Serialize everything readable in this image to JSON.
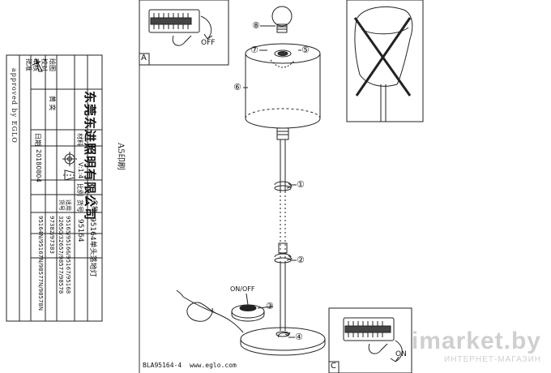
{
  "title_block": {
    "company": "东莞东进照明有限公司",
    "approved_by": "approved by EGLO",
    "labels": {
      "designed": "绘图",
      "checked": "校对",
      "audited": "审核",
      "approved": "批准",
      "material": "材料",
      "date": "日期",
      "drawing": "图号",
      "scale": "比例",
      "product_name": "名称",
      "product_no": "货号",
      "applicable_no": "适用\n货号"
    },
    "designer": "黄 奕",
    "date": "20180804",
    "scale": "V:1:4",
    "product_name": "95164单头落地灯",
    "product_no": "95164",
    "applicable_no_1": "95165/95166/95167/95168",
    "applicable_no_2": "32650/32657/98577/98578",
    "applicable_no_3": "97382/97383",
    "applicable_no_4": "95164N/95167N/98577N/98578N"
  },
  "side_label": "A5印刷",
  "panels": {
    "a": {
      "label": "A",
      "switch_text": "OFF"
    },
    "c": {
      "label": "C",
      "switch_text": "ON"
    },
    "onoff_text": "ON/OFF"
  },
  "steps": [
    "①",
    "②",
    "③",
    "④",
    "⑤",
    "⑥",
    "⑦",
    "⑧"
  ],
  "footer": {
    "doc_code": "BLA95164-4",
    "website": "www.eglo.com"
  },
  "watermark": {
    "brand": "imarket.by",
    "subtitle": "ИНТЕРНЕТ-МАГАЗИН"
  }
}
